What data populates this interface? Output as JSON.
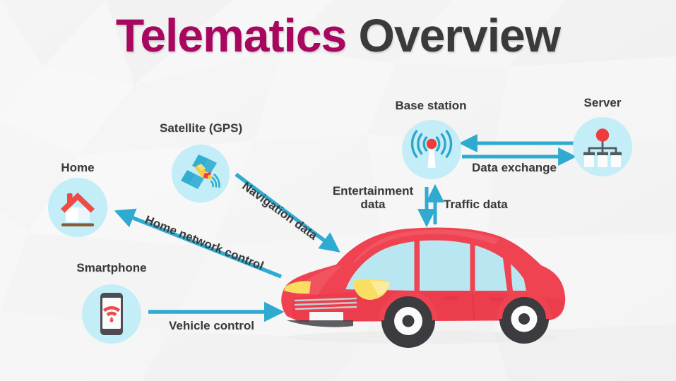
{
  "title": {
    "primary": "Telematics",
    "secondary": " Overview",
    "primary_color": "#A80760",
    "secondary_color": "#3A3A3C"
  },
  "palette": {
    "circle_bg": "#C3EDF7",
    "arrow_blue": "#2FAAD0",
    "car_red": "#EF4352",
    "car_red_dark": "#E03546",
    "window_blue": "#BCE9F2",
    "headlight_yellow": "#F9DE63",
    "accent_red": "#EE3B3B",
    "text_dark": "#3A3A3C",
    "background": "#F6F6F6"
  },
  "nodes": [
    {
      "id": "home",
      "label": "Home",
      "icon": "house-icon"
    },
    {
      "id": "satellite",
      "label": "Satellite (GPS)",
      "icon": "satellite-icon"
    },
    {
      "id": "smartphone",
      "label": "Smartphone",
      "icon": "smartphone-wifi-icon"
    },
    {
      "id": "base-station",
      "label": "Base station",
      "icon": "cell-tower-icon"
    },
    {
      "id": "server",
      "label": "Server",
      "icon": "server-network-icon"
    },
    {
      "id": "car",
      "label": "",
      "icon": "red-car-icon"
    }
  ],
  "flows": [
    {
      "id": "navigation-data",
      "label": "Navigation data",
      "from": "satellite",
      "to": "car",
      "direction": "down-right"
    },
    {
      "id": "home-network-control",
      "label": "Home network control",
      "from": "car",
      "to": "home",
      "direction": "up-left"
    },
    {
      "id": "vehicle-control",
      "label": "Vehicle control",
      "from": "smartphone",
      "to": "car",
      "direction": "right"
    },
    {
      "id": "entertainment-data",
      "label_line1": "Entertainment",
      "label_line2": "data",
      "from": "base-station",
      "to": "car",
      "direction": "down"
    },
    {
      "id": "traffic-data",
      "label": "Traffic data",
      "from": "car",
      "to": "base-station",
      "direction": "up"
    },
    {
      "id": "data-exchange",
      "label": "Data exchange",
      "from": "base-station",
      "to": "server",
      "direction": "bidirectional"
    }
  ],
  "labels": {
    "home": "Home",
    "satellite": "Satellite (GPS)",
    "smartphone": "Smartphone",
    "base_station": "Base station",
    "server": "Server",
    "navigation_data": "Navigation data",
    "home_network_control": "Home network control",
    "vehicle_control": "Vehicle control",
    "entertainment_data_l1": "Entertainment",
    "entertainment_data_l2": "data",
    "traffic_data": "Traffic data",
    "data_exchange": "Data exchange"
  }
}
